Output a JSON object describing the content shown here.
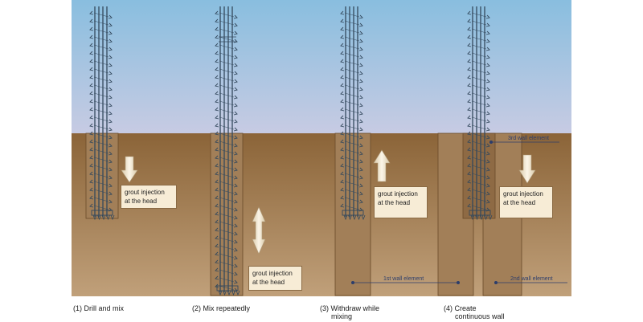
{
  "steps": [
    {
      "label": "(1) Drill and mix",
      "label2": ""
    },
    {
      "label": "(2) Mix repeatedly",
      "label2": ""
    },
    {
      "label": "(3) Withdraw while",
      "label2": "mixing"
    },
    {
      "label": "(4) Create",
      "label2": "continuous wall"
    }
  ],
  "grout_note": {
    "line1": "grout injection",
    "line2": "at the head"
  },
  "wall_labels": {
    "first": "1st wall element",
    "second": "2nd wall element",
    "third": "3rd wall element"
  },
  "colors": {
    "sky_top": "#89bedf",
    "sky_bottom": "#c7cbe3",
    "soil_top": "#8b6438",
    "soil_bottom": "#c0a07a",
    "column": "#a27f58",
    "column_edge": "#6a4a2a",
    "auger": "#34495d",
    "arrow": "#efe4cf",
    "leader": "#2c3d6b"
  }
}
